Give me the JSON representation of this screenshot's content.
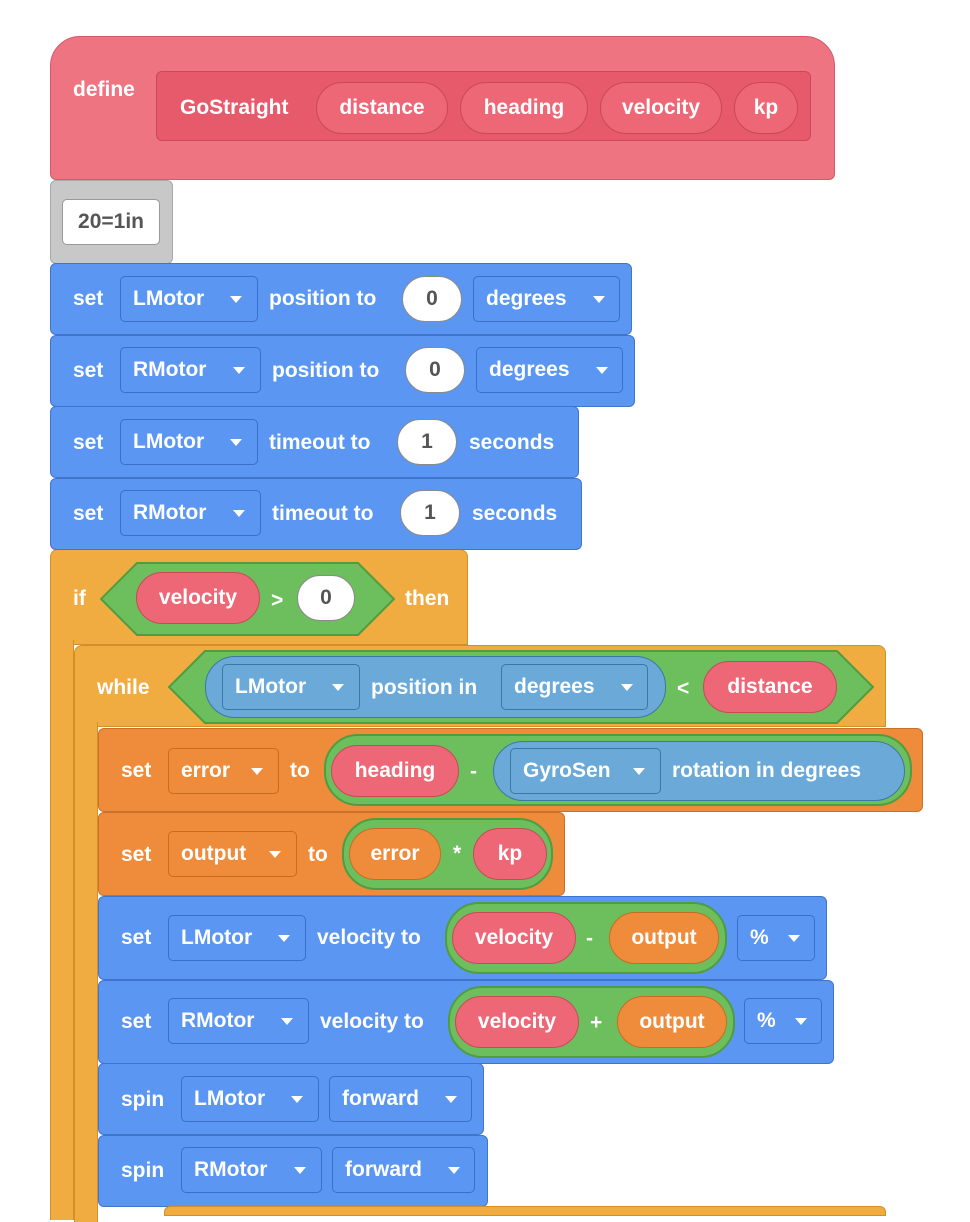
{
  "define_block": {
    "keyword": "define",
    "name": "GoStraight",
    "params": [
      "distance",
      "heading",
      "velocity",
      "kp"
    ]
  },
  "comment": {
    "value": "20=1in"
  },
  "set_position_l": {
    "set": "set",
    "motor": "LMotor",
    "mid": "position to",
    "value": "0",
    "unit": "degrees"
  },
  "set_position_r": {
    "set": "set",
    "motor": "RMotor",
    "mid": "position to",
    "value": "0",
    "unit": "degrees"
  },
  "set_timeout_l": {
    "set": "set",
    "motor": "LMotor",
    "mid": "timeout to",
    "value": "1",
    "unit": "seconds"
  },
  "set_timeout_r": {
    "set": "set",
    "motor": "RMotor",
    "mid": "timeout to",
    "value": "1",
    "unit": "seconds"
  },
  "if_block": {
    "if": "if",
    "var": "velocity",
    "op": ">",
    "value": "0",
    "then": "then"
  },
  "while_block": {
    "while": "while",
    "motor": "LMotor",
    "mid": "position in",
    "unit": "degrees",
    "op": "<",
    "var": "distance"
  },
  "set_error": {
    "set": "set",
    "var": "error",
    "to": "to",
    "left": "heading",
    "op": "-",
    "sensor": "GyroSen",
    "sensor_text": "rotation in degrees"
  },
  "set_output": {
    "set": "set",
    "var": "output",
    "to": "to",
    "left": "error",
    "op": "*",
    "right": "kp"
  },
  "set_velocity_l": {
    "set": "set",
    "motor": "LMotor",
    "mid": "velocity to",
    "left": "velocity",
    "op": "-",
    "right": "output",
    "unit": "%"
  },
  "set_velocity_r": {
    "set": "set",
    "motor": "RMotor",
    "mid": "velocity to",
    "left": "velocity",
    "op": "+",
    "right": "output",
    "unit": "%"
  },
  "spin_l": {
    "spin": "spin",
    "motor": "LMotor",
    "dir": "forward"
  },
  "spin_r": {
    "spin": "spin",
    "motor": "RMotor",
    "dir": "forward"
  },
  "colors": {
    "motion_blue": "#5a96f2",
    "variable_orange": "#ee8c3b",
    "control_gold": "#f0ac40",
    "myblock_pink": "#ef7482",
    "operator_green": "#6cbf5c",
    "sensor_lightblue": "#6aa9d8"
  }
}
